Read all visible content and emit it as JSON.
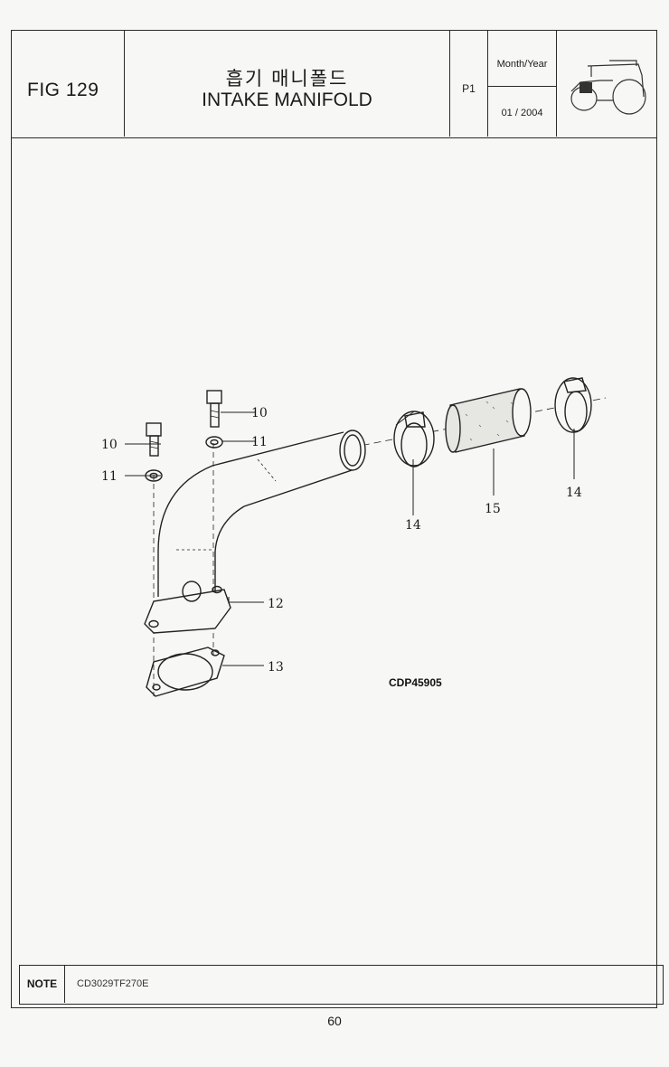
{
  "header": {
    "fig_number": "FIG 129",
    "title_korean": "흡기 매니폴드",
    "title_english": "INTAKE MANIFOLD",
    "page_code": "P1",
    "date_label": "Month/Year",
    "date_value": "01 / 2004",
    "thumbnail_icon": "tractor-icon"
  },
  "diagram": {
    "drawing_code": "CDP45905",
    "callouts": {
      "bolt_left": "10",
      "bolt_right": "10",
      "washer_left": "11",
      "washer_right": "11",
      "manifold": "12",
      "gasket": "13",
      "clamp_left": "14",
      "clamp_right": "14",
      "hose": "15"
    }
  },
  "note": {
    "label": "NOTE",
    "text": "CD3029TF270E"
  },
  "footer": {
    "page_number": "60"
  }
}
